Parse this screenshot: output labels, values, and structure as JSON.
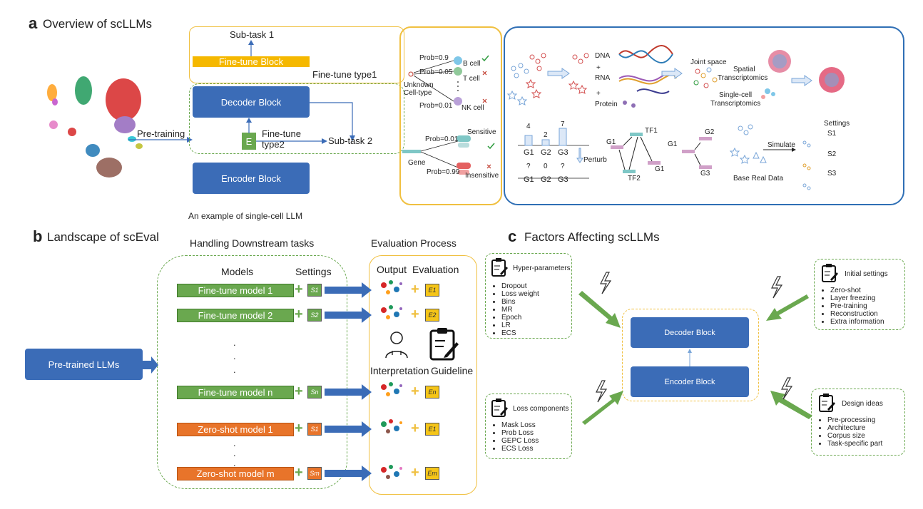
{
  "panel_a": {
    "letter": "a",
    "title": "Overview of scLLMs",
    "pretraining": "Pre-training",
    "subtask1": "Sub-task 1",
    "finetune_block": "Fine-tune Block",
    "finetune_type1": "Fine-tune type1",
    "decoder_block": "Decoder Block",
    "e_label": "E",
    "finetune_type2_line1": "Fine-tune",
    "finetune_type2_line2": "type2",
    "subtask2": "Sub-task 2",
    "encoder_block": "Encoder Block",
    "caption": "An example of single-cell LLM",
    "cell_type": {
      "prob1": "Prob=0.9",
      "prob2": "Prob=0.05",
      "prob3": "Prob=0.01",
      "b_cell": "B cell",
      "t_cell": "T cell",
      "nk_cell": "NK cell",
      "unknown1": "Unknown",
      "unknown2": "Cell-type"
    },
    "drug": {
      "prob1": "Prob=0.01",
      "prob2": "Prob=0.99",
      "sensitive": "Sensitive",
      "insensitive": "Insensitive",
      "gene": "Gene"
    },
    "multiomics": {
      "dna": "DNA",
      "rna": "RNA",
      "protein": "Protein",
      "plus": "+",
      "joint_space": "Joint space",
      "spatial1": "Spatial",
      "spatial2": "Transcriptomics",
      "sc1": "Single-cell",
      "sc2": "Transcriptomics"
    },
    "perturb": {
      "v4": "4",
      "v2": "2",
      "v7": "7",
      "g1": "G1",
      "g2": "G2",
      "g3": "G3",
      "q1": "?",
      "z": "0",
      "q2": "?",
      "perturb": "Perturb"
    },
    "grn": {
      "tf1": "TF1",
      "tf2": "TF2",
      "g1a": "G1",
      "g1b": "G1",
      "g1c": "G1",
      "g2": "G2",
      "g3": "G3"
    },
    "simulate": {
      "settings": "Settings",
      "s1": "S1",
      "s2": "S2",
      "s3": "S3",
      "simulate": "Simulate",
      "base": "Base Real Data"
    }
  },
  "panel_b": {
    "letter": "b",
    "title": "Landscape of scEval",
    "handling": "Handling Downstream tasks",
    "models": "Models",
    "settings": "Settings",
    "eval_process": "Evaluation Process",
    "output": "Output",
    "evaluation": "Evaluation",
    "pretrained": "Pre-trained LLMs",
    "interpretation": "Interpretation",
    "guideline": "Guideline",
    "rows": [
      {
        "label": "Fine-tune model 1",
        "setting": "S1",
        "eval": "E1",
        "kind": "finetune"
      },
      {
        "label": "Fine-tune model 2",
        "setting": "S2",
        "eval": "E2",
        "kind": "finetune"
      },
      {
        "label": "Fine-tune model n",
        "setting": "Sn",
        "eval": "En",
        "kind": "finetune"
      },
      {
        "label": "Zero-shot model 1",
        "setting": "S1",
        "eval": "E1",
        "kind": "zeroshot"
      },
      {
        "label": "Zero-shot model m",
        "setting": "Sm",
        "eval": "Em",
        "kind": "zeroshot"
      }
    ],
    "plus": "+",
    "dot": "."
  },
  "panel_c": {
    "letter": "c",
    "title": "Factors Affecting scLLMs",
    "decoder_block": "Decoder Block",
    "encoder_block": "Encoder Block",
    "hyper": {
      "title": "Hyper-parameters",
      "items": [
        "Dropout",
        "Loss weight",
        "Bins",
        "MR",
        "Epoch",
        "LR",
        "ECS"
      ]
    },
    "loss": {
      "title": "Loss components",
      "items": [
        "Mask Loss",
        "Prob Loss",
        "GEPC Loss",
        "ECS Loss"
      ]
    },
    "initial": {
      "title": "Initial settings",
      "items": [
        "Zero-shot",
        "Layer freezing",
        "Pre-training",
        "Reconstruction",
        "Extra information"
      ]
    },
    "design": {
      "title": "Design ideas",
      "items": [
        "Pre-processing",
        "Architecture",
        "Corpus size",
        "Task-specific part"
      ]
    }
  },
  "colors": {
    "blue": "#3b6cb7",
    "green": "#6aa84f",
    "orange": "#e8742a",
    "yellow": "#f0c040",
    "frame_blue": "#2f6fb5"
  }
}
